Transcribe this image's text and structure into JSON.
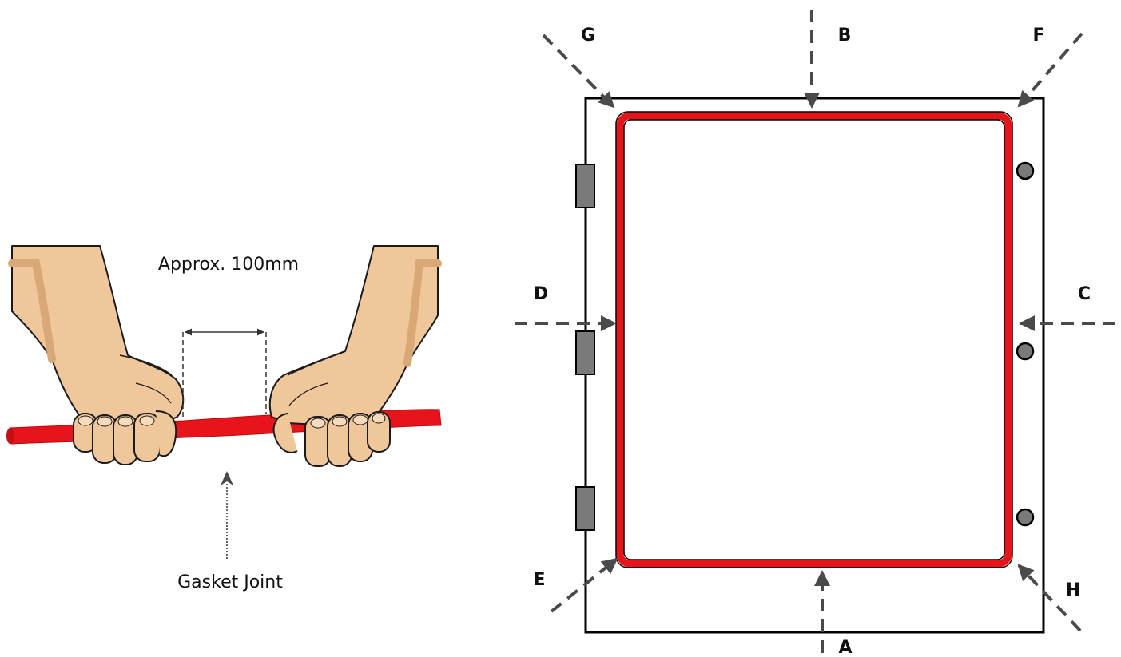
{
  "left_figure": {
    "distance_label": "Approx. 100mm",
    "joint_label": "Gasket Joint"
  },
  "right_figure": {
    "point_labels": {
      "A": "A",
      "B": "B",
      "C": "C",
      "D": "D",
      "E": "E",
      "F": "F",
      "G": "G",
      "H": "H"
    },
    "hinge_count": 3,
    "latch_count": 3
  },
  "colors": {
    "gasket": "#e8141b",
    "gasket_outline": "#000000",
    "arrow": "#4a4a4a",
    "hinge": "#7a7a7a",
    "skin": "#f0c79a",
    "skin_shadow": "#d9a877",
    "outline": "#1a1a1a"
  },
  "icons": [
    "left-hand-icon",
    "right-hand-icon",
    "hinge-icon",
    "latch-icon",
    "arrow-icon"
  ]
}
